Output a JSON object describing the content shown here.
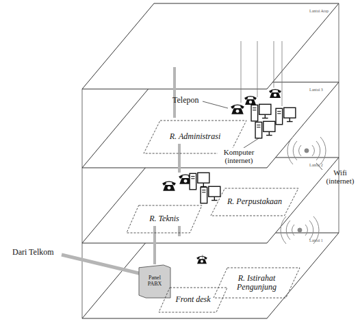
{
  "diagram": {
    "nodes": [
      {
        "text": [
          "R. Administrasi"
        ]
      },
      {
        "text": [
          "R. Teknis"
        ]
      },
      {
        "text": [
          "R. Perpustakaan"
        ]
      },
      {
        "text": [
          "Panel PABX"
        ]
      },
      {
        "text": [
          "Front desk"
        ]
      },
      {
        "text": [
          "R. Istirahat Pengunjung"
        ]
      }
    ],
    "labels": [
      "Telepon",
      "Komputer (internet)",
      "Wifi (internet)",
      "Dari Telkom",
      "Lantai Atap",
      "Lantai 3",
      "Lantai 2",
      "Lantai 1"
    ]
  }
}
